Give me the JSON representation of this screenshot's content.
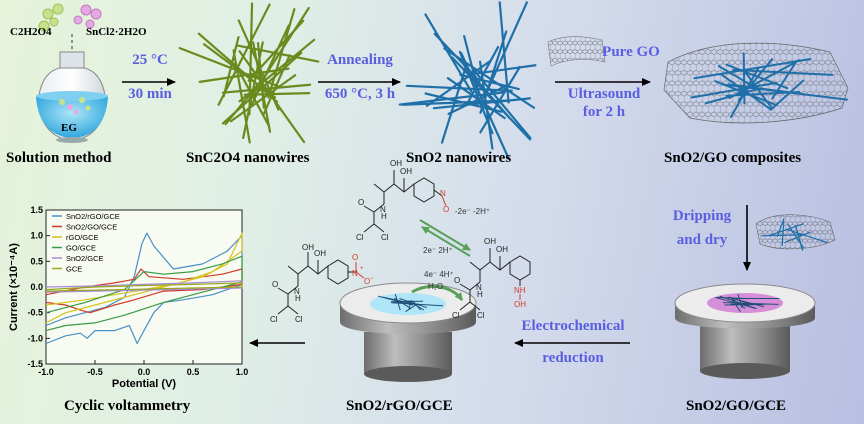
{
  "steps": {
    "solution": {
      "label": "Solution method",
      "reagent1": "C2H2O4",
      "reagent2": "SnCl2·2H2O",
      "solvent": "EG"
    },
    "step1": {
      "temp": "25 °C",
      "time": "30 min"
    },
    "oxalate": {
      "label": "SnC2O4 nanowires"
    },
    "step2": {
      "title": "Annealing",
      "cond": "650 °C, 3 h"
    },
    "oxide": {
      "label": "SnO2 nanowires"
    },
    "step3": {
      "reagent": "Pure GO",
      "method1": "Ultrasound",
      "method2": "for 2 h"
    },
    "composite": {
      "label": "SnO2/GO composites"
    },
    "step4": {
      "line1": "Dripping",
      "line2": "and dry"
    },
    "electrode1": {
      "label": "SnO2/GO/GCE"
    },
    "step5": {
      "line1": "Electrochemical",
      "line2": "reduction"
    },
    "electrode2": {
      "label": "SnO2/rGO/GCE"
    },
    "cv": {
      "label": "Cyclic voltammetry"
    }
  },
  "mechanism": {
    "top": {
      "oh1": "OH",
      "oh2": "OH",
      "nh": "N",
      "h": "H",
      "o": "O",
      "cl1": "Cl",
      "cl2": "Cl",
      "no": "N",
      "no_o": "O"
    },
    "reactant": {
      "oh1": "OH",
      "oh2": "OH",
      "nh": "N",
      "h": "H",
      "o": "O",
      "cl1": "Cl",
      "cl2": "Cl",
      "n": "N",
      "o1": "O",
      "o2": "O",
      "plus": "+",
      "minus": "−"
    },
    "product": {
      "oh1": "OH",
      "oh2": "OH",
      "nh": "N",
      "h": "H",
      "o": "O",
      "cl1": "Cl",
      "cl2": "Cl",
      "nh2": "NH",
      "oh3": "OH"
    },
    "arrow1_top": "-2e⁻ -2H⁺",
    "arrow1_bottom": "2e⁻ 2H⁺",
    "arrow2_top": "4e⁻ 4H⁺",
    "arrow2_bottom": "H₂O"
  },
  "chart_data": {
    "type": "line",
    "xlabel": "Potential (V)",
    "ylabel": "Current (×10⁻⁴A)",
    "xlim": [
      -1.0,
      1.0
    ],
    "ylim": [
      -1.5,
      1.5
    ],
    "xticks": [
      "-1.0",
      "-0.5",
      "0.0",
      "0.5",
      "1.0"
    ],
    "yticks": [
      "1.5",
      "1.0",
      "0.5",
      "0.0",
      "-0.5",
      "-1.0",
      "-1.5"
    ],
    "legend_position": "top-left",
    "series": [
      {
        "name": "SnO2/rGO/GCE",
        "color": "#4a90c8",
        "forward": [
          [
            -1.0,
            -0.75
          ],
          [
            -0.8,
            -0.6
          ],
          [
            -0.6,
            -0.5
          ],
          [
            -0.4,
            -0.4
          ],
          [
            -0.2,
            -0.2
          ],
          [
            -0.1,
            0.2
          ],
          [
            -0.02,
            0.85
          ],
          [
            0.03,
            1.05
          ],
          [
            0.1,
            0.8
          ],
          [
            0.3,
            0.35
          ],
          [
            0.6,
            0.45
          ],
          [
            0.85,
            0.7
          ],
          [
            1.0,
            1.0
          ]
        ],
        "reverse": [
          [
            1.0,
            0.05
          ],
          [
            0.7,
            -0.15
          ],
          [
            0.4,
            -0.25
          ],
          [
            0.2,
            -0.3
          ],
          [
            0.1,
            -0.5
          ],
          [
            0.0,
            -0.85
          ],
          [
            -0.07,
            -1.1
          ],
          [
            -0.15,
            -0.75
          ],
          [
            -0.3,
            -0.85
          ],
          [
            -0.5,
            -0.85
          ],
          [
            -0.58,
            -1.0
          ],
          [
            -0.65,
            -0.9
          ],
          [
            -0.8,
            -0.95
          ],
          [
            -1.0,
            -1.1
          ]
        ]
      },
      {
        "name": "SnO2/GO/GCE",
        "color": "#d23a2a",
        "forward": [
          [
            -1.0,
            -0.15
          ],
          [
            -0.6,
            0.0
          ],
          [
            -0.3,
            0.08
          ],
          [
            -0.1,
            0.15
          ],
          [
            -0.03,
            0.35
          ],
          [
            0.05,
            0.2
          ],
          [
            0.4,
            0.15
          ],
          [
            0.8,
            0.25
          ],
          [
            1.0,
            0.35
          ]
        ],
        "reverse": [
          [
            1.0,
            0.05
          ],
          [
            0.6,
            -0.05
          ],
          [
            0.2,
            -0.08
          ],
          [
            -0.1,
            -0.25
          ],
          [
            -0.3,
            -0.35
          ],
          [
            -0.55,
            -0.5
          ],
          [
            -0.65,
            -0.45
          ],
          [
            -0.8,
            -0.35
          ],
          [
            -1.0,
            -0.3
          ]
        ]
      },
      {
        "name": "rGO/GCE",
        "color": "#d9c21b",
        "forward": [
          [
            -1.0,
            -0.35
          ],
          [
            -0.6,
            -0.25
          ],
          [
            -0.3,
            -0.15
          ],
          [
            0.0,
            -0.05
          ],
          [
            0.3,
            0.05
          ],
          [
            0.6,
            0.2
          ],
          [
            0.85,
            0.45
          ],
          [
            1.0,
            1.05
          ]
        ],
        "reverse": [
          [
            1.0,
            0.7
          ],
          [
            0.7,
            0.3
          ],
          [
            0.4,
            0.1
          ],
          [
            0.1,
            -0.05
          ],
          [
            -0.2,
            -0.2
          ],
          [
            -0.5,
            -0.35
          ],
          [
            -0.8,
            -0.5
          ],
          [
            -1.0,
            -0.7
          ]
        ]
      },
      {
        "name": "GO/GCE",
        "color": "#3a9a45",
        "forward": [
          [
            -1.0,
            -0.5
          ],
          [
            -0.6,
            -0.3
          ],
          [
            -0.2,
            -0.05
          ],
          [
            0.0,
            0.3
          ],
          [
            0.2,
            0.25
          ],
          [
            0.5,
            0.3
          ],
          [
            0.8,
            0.45
          ],
          [
            1.0,
            0.6
          ]
        ],
        "reverse": [
          [
            1.0,
            0.1
          ],
          [
            0.6,
            -0.1
          ],
          [
            0.2,
            -0.3
          ],
          [
            -0.2,
            -0.55
          ],
          [
            -0.5,
            -0.7
          ],
          [
            -0.8,
            -0.75
          ],
          [
            -1.0,
            -0.85
          ]
        ]
      },
      {
        "name": "SnO2/GCE",
        "color": "#a78ad8",
        "forward": [
          [
            -1.0,
            0.0
          ],
          [
            -0.5,
            0.02
          ],
          [
            0.0,
            0.05
          ],
          [
            0.5,
            0.08
          ],
          [
            1.0,
            0.12
          ]
        ],
        "reverse": [
          [
            1.0,
            -0.02
          ],
          [
            0.5,
            -0.04
          ],
          [
            0.0,
            -0.06
          ],
          [
            -0.5,
            -0.08
          ],
          [
            -1.0,
            -0.1
          ]
        ]
      },
      {
        "name": "GCE",
        "color": "#9aa81e",
        "forward": [
          [
            -1.0,
            -0.05
          ],
          [
            -0.5,
            0.0
          ],
          [
            0.0,
            0.03
          ],
          [
            0.5,
            0.05
          ],
          [
            1.0,
            0.08
          ]
        ],
        "reverse": [
          [
            1.0,
            0.0
          ],
          [
            0.5,
            -0.02
          ],
          [
            0.0,
            -0.04
          ],
          [
            -0.5,
            -0.06
          ],
          [
            -1.0,
            -0.08
          ]
        ]
      }
    ]
  },
  "colors": {
    "arrow_label": "#5a5ee0",
    "oxalate_wire": "#6a8a1e",
    "oxide_wire": "#1f6fa8",
    "nitro": "#d23a2a",
    "mech_arrow": "#5aa05a",
    "film": "#d78ed9"
  }
}
